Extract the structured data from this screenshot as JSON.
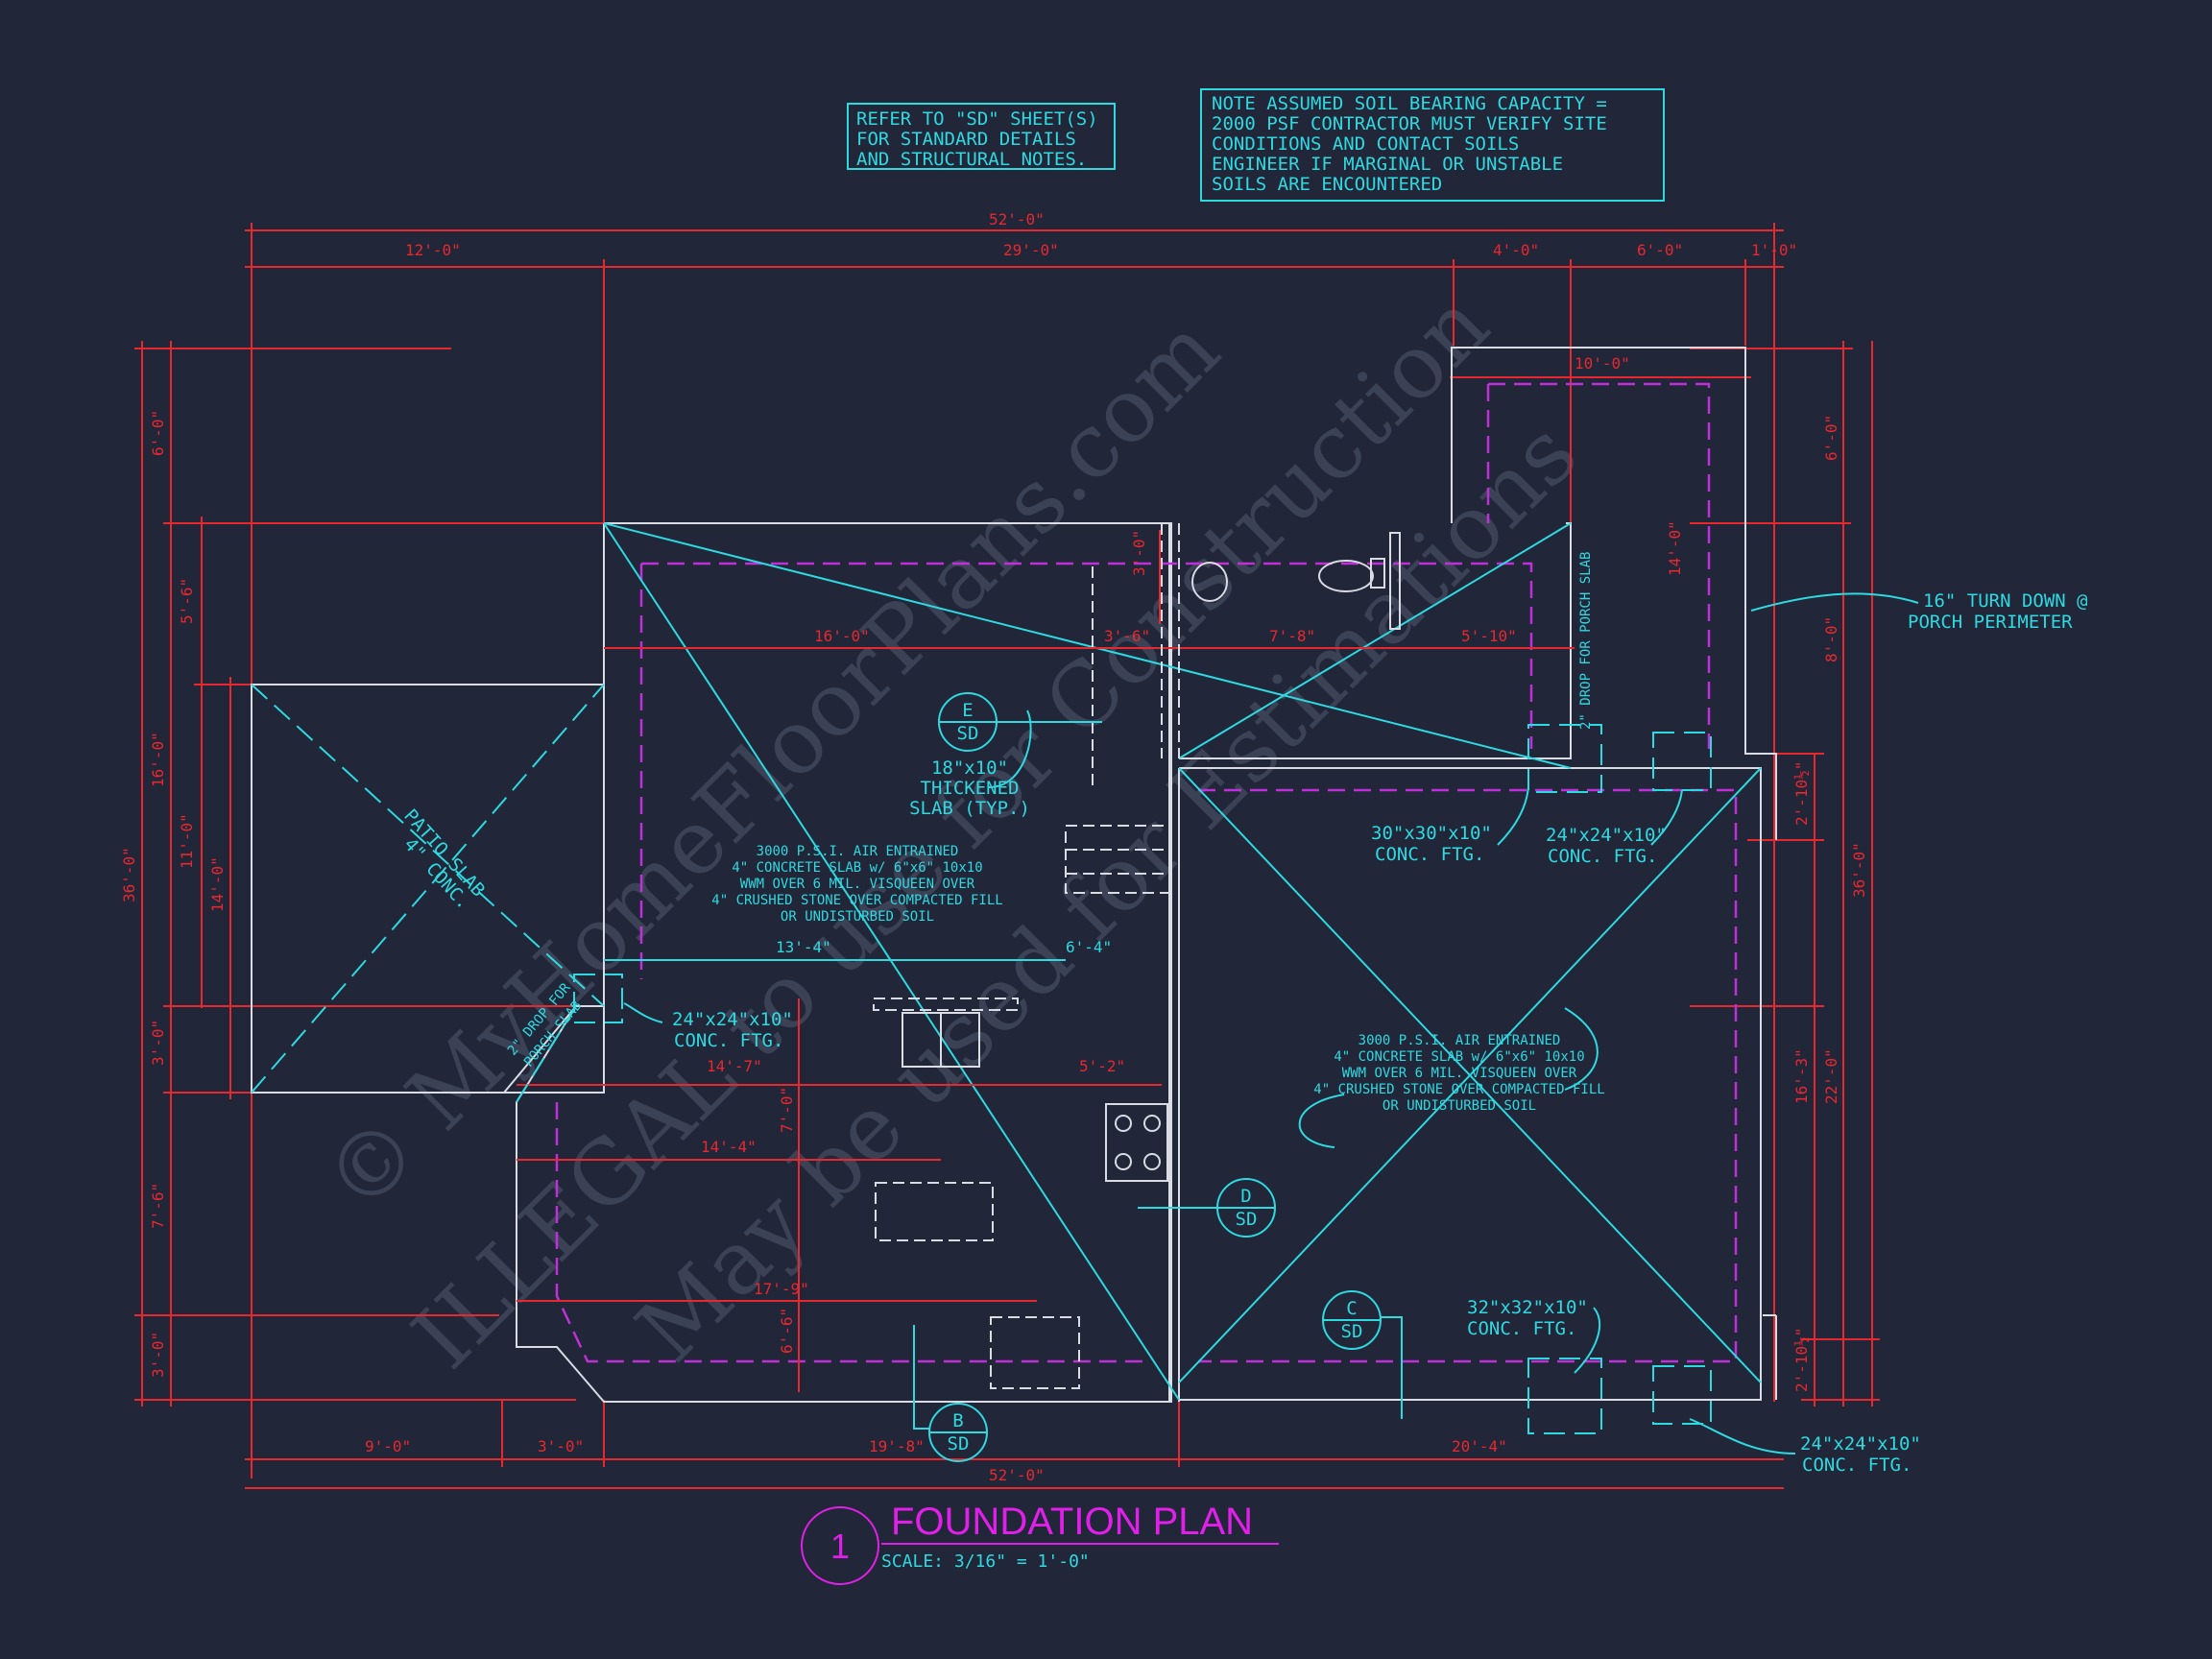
{
  "notes": {
    "sd_note": [
      "REFER TO \"SD\" SHEET(S)",
      "FOR STANDARD DETAILS",
      "AND STRUCTURAL NOTES."
    ],
    "soil_note": [
      "NOTE ASSUMED SOIL BEARING CAPACITY =",
      "2000 PSF CONTRACTOR MUST VERIFY SITE",
      "CONDITIONS AND CONTACT SOILS",
      "ENGINEER IF MARGINAL OR UNSTABLE",
      "SOILS ARE ENCOUNTERED"
    ]
  },
  "dims_top": {
    "overall": "52'-0\"",
    "a": "12'-0\"",
    "b": "29'-0\"",
    "c": "4'-0\"",
    "d": "6'-0\"",
    "e": "1'-0\"",
    "porch_width": "10'-0\""
  },
  "dims_bottom": {
    "overall": "52'-0\"",
    "a": "9'-0\"",
    "b": "3'-0\"",
    "c": "19'-8\"",
    "d": "20'-4\""
  },
  "dims_left": {
    "overall": "36'-0\"",
    "a": "6'-0\"",
    "b": "5'-6\"",
    "c": "16'-0\"",
    "d": "11'-0\"",
    "e": "14'-0\"",
    "f": "3'-0\"",
    "g": "7'-6\"",
    "h": "3'-0\""
  },
  "dims_right": {
    "overall": "36'-0\"",
    "a": "6'-0\"",
    "b": "8'-0\"",
    "c": "2'-10½\"",
    "d": "16'-3\"",
    "e": "22'-0\"",
    "f": "2'-10½\"",
    "porch_depth": "14'-0\""
  },
  "dims_interior": {
    "i16": "16'-0\"",
    "i3_6": "3'-6\"",
    "i7_8": "7'-8\"",
    "i5_10": "5'-10\"",
    "i3_0": "3'-0\"",
    "i13_4": "13'-4\"",
    "i6_4": "6'-4\"",
    "i14_7": "14'-7\"",
    "i5_2": "5'-2\"",
    "i14_4": "14'-4\"",
    "i17_9": "17'-9\"",
    "i7_0": "7'-0\"",
    "i6_6": "6'-6\""
  },
  "labels": {
    "thickened_slab": [
      "18\"x10\"",
      "THICKENED",
      "SLAB (TYP.)"
    ],
    "slab_spec": [
      "3000 P.S.I. AIR ENTRAINED",
      "4\" CONCRETE SLAB w/ 6\"x6\" 10x10",
      "WWM OVER 6 MIL. VISQUEEN OVER",
      "4\" CRUSHED STONE OVER COMPACTED FILL",
      "OR UNDISTURBED SOIL"
    ],
    "slab_spec_2": [
      "3000 P.S.I. AIR ENTRAINED",
      "4\" CONCRETE SLAB w/ 6\"x6\" 10x10",
      "WWM OVER 6 MIL. VISQUEEN OVER",
      "4\" CRUSHED STONE OVER COMPACTED FILL",
      "OR UNDISTURBED SOIL"
    ],
    "patio_slab": "PATIO SLAB",
    "patio_conc": "4\" CONC.",
    "drop_porch_left": [
      "2\" DROP FOR",
      "PORCH SLAB"
    ],
    "drop_porch_right": "2\" DROP FOR PORCH SLAB",
    "turn_down": [
      "16\" TURN DOWN @",
      "PORCH PERIMETER"
    ],
    "ftg_30": [
      "30\"x30\"x10\"",
      "CONC. FTG."
    ],
    "ftg_24_a": [
      "24\"x24\"x10\"",
      "CONC. FTG."
    ],
    "ftg_24_b": [
      "24\"x24\"x10\"",
      "CONC. FTG."
    ],
    "ftg_32": [
      "32\"x32\"x10\"",
      "CONC. FTG."
    ],
    "ftg_24_c": [
      "24\"x24\"x10\"",
      "CONC. FTG."
    ]
  },
  "section_markers": [
    {
      "letter": "E",
      "sheet": "SD"
    },
    {
      "letter": "D",
      "sheet": "SD"
    },
    {
      "letter": "C",
      "sheet": "SD"
    },
    {
      "letter": "B",
      "sheet": "SD"
    }
  ],
  "title_block": {
    "number": "1",
    "title": "FOUNDATION PLAN",
    "scale": "SCALE: 3/16\" = 1'-0\""
  },
  "watermark": [
    "© MyHomeFloorPlans.com",
    "ILLEGAL to use for Construction",
    "May be used for Estimations"
  ],
  "colors": {
    "background": "#212639",
    "dimension": "#e8282f",
    "annotation": "#2fd9e0",
    "walls": "#d9dce3",
    "footing": "#c030d8",
    "title": "#e020e8"
  }
}
